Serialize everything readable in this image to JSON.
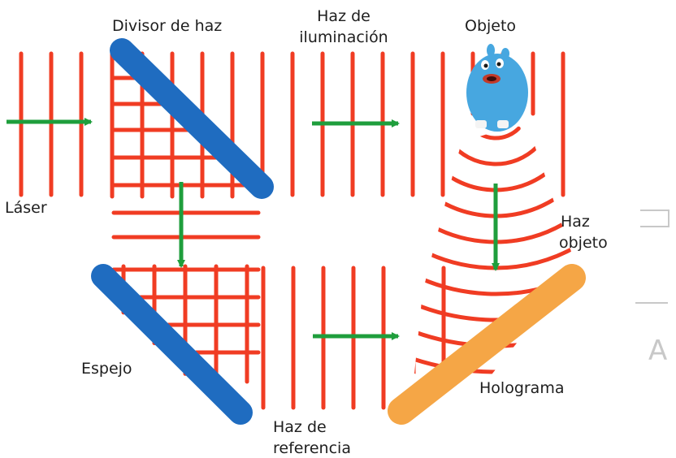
{
  "labels": {
    "beam_splitter": "Divisor de haz",
    "illumination_beam_l1": "Haz de",
    "illumination_beam_l2": "iluminación",
    "object": "Objeto",
    "laser": "Láser",
    "object_beam_l1": "Haz",
    "object_beam_l2": "objeto",
    "mirror": "Espejo",
    "hologram": "Holograma",
    "reference_beam_l1": "Haz de",
    "reference_beam_l2": "referencia",
    "watermark_letter": "A"
  },
  "colors": {
    "wave": "#f03c23",
    "arrow": "#1f9e3c",
    "beam_splitter": "#1f6cc0",
    "mirror": "#1f6cc0",
    "hologram": "#f5a646",
    "text": "#1e1e1e",
    "watermark": "#c8c8c8",
    "object_figure": "#47a7e0"
  },
  "icons": {
    "object": "blue-monster-toy-icon",
    "arrows": "green-arrow-icon"
  }
}
